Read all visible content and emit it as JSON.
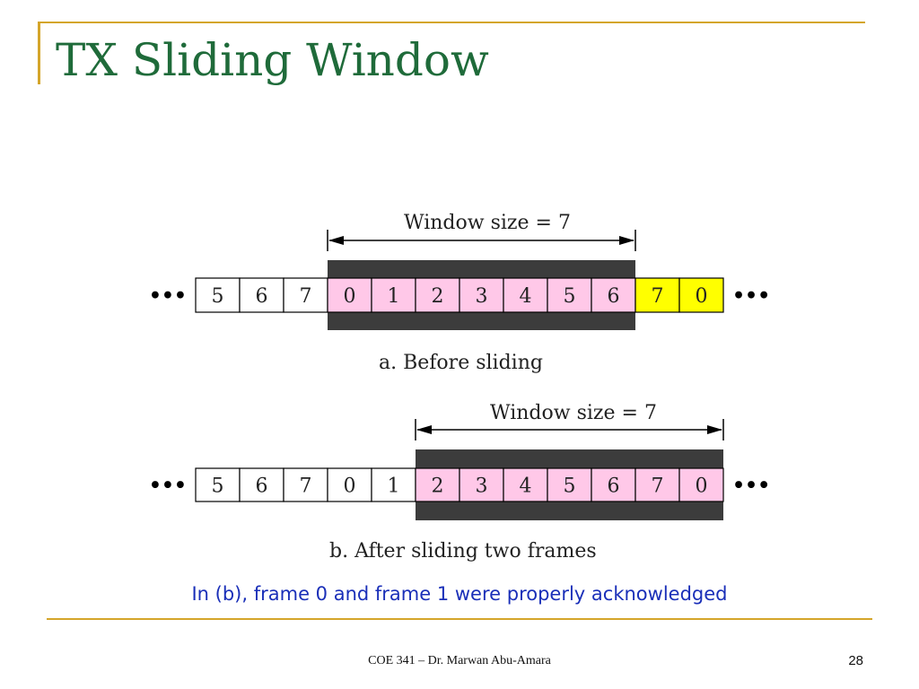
{
  "slide": {
    "title": "TX Sliding Window",
    "note": "In (b), frame 0 and frame 1 were properly acknowledged",
    "footer": "COE 341 – Dr. Marwan Abu-Amara",
    "page_number": "28"
  },
  "colors": {
    "title": "#1f6b3a",
    "rule": "#d4a52a",
    "window_cell": "#ffc8e8",
    "outside_cell": "#ffff00",
    "plain_cell": "#ffffff",
    "window_band": "#3c3c3c",
    "note": "#1a2fb8"
  },
  "diagrams": [
    {
      "id": "a",
      "caption": "a. Before sliding",
      "window_label": "Window size = 7",
      "ellipsis_left": "•••",
      "ellipsis_right": "•••",
      "cells": [
        {
          "label": "5",
          "state": "plain"
        },
        {
          "label": "6",
          "state": "plain"
        },
        {
          "label": "7",
          "state": "plain"
        },
        {
          "label": "0",
          "state": "window"
        },
        {
          "label": "1",
          "state": "window"
        },
        {
          "label": "2",
          "state": "window"
        },
        {
          "label": "3",
          "state": "window"
        },
        {
          "label": "4",
          "state": "window"
        },
        {
          "label": "5",
          "state": "window"
        },
        {
          "label": "6",
          "state": "window"
        },
        {
          "label": "7",
          "state": "outside"
        },
        {
          "label": "0",
          "state": "outside"
        }
      ]
    },
    {
      "id": "b",
      "caption": "b. After sliding two frames",
      "window_label": "Window size = 7",
      "ellipsis_left": "•••",
      "ellipsis_right": "•••",
      "cells": [
        {
          "label": "5",
          "state": "plain"
        },
        {
          "label": "6",
          "state": "plain"
        },
        {
          "label": "7",
          "state": "plain"
        },
        {
          "label": "0",
          "state": "plain"
        },
        {
          "label": "1",
          "state": "plain"
        },
        {
          "label": "2",
          "state": "window"
        },
        {
          "label": "3",
          "state": "window"
        },
        {
          "label": "4",
          "state": "window"
        },
        {
          "label": "5",
          "state": "window"
        },
        {
          "label": "6",
          "state": "window"
        },
        {
          "label": "7",
          "state": "window"
        },
        {
          "label": "0",
          "state": "window"
        }
      ]
    }
  ]
}
